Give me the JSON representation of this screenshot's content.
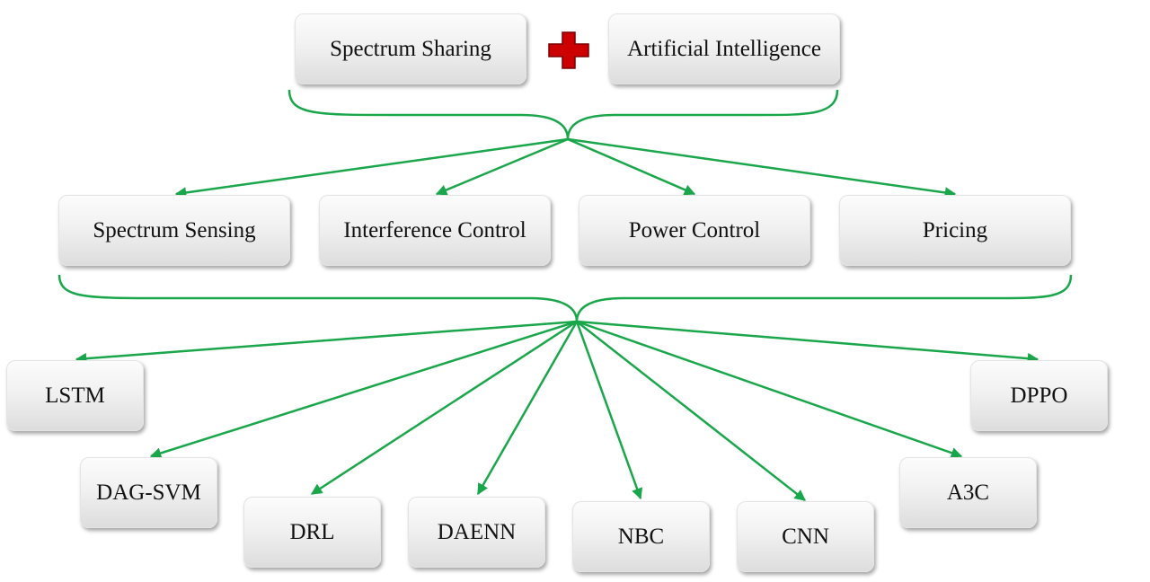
{
  "top": {
    "left_label": "Spectrum Sharing",
    "right_label": "Artificial Intelligence",
    "operator_icon": "plus-icon"
  },
  "areas": [
    "Spectrum Sensing",
    "Interference Control",
    "Power Control",
    "Pricing"
  ],
  "techniques": [
    "LSTM",
    "DAG-SVM",
    "DRL",
    "DAENN",
    "NBC",
    "CNN",
    "A3C",
    "DPPO"
  ],
  "colors": {
    "connector": "#1aa64a",
    "plus": "#cc0000",
    "plus_edge": "#7a0000",
    "box_text": "#111111"
  }
}
